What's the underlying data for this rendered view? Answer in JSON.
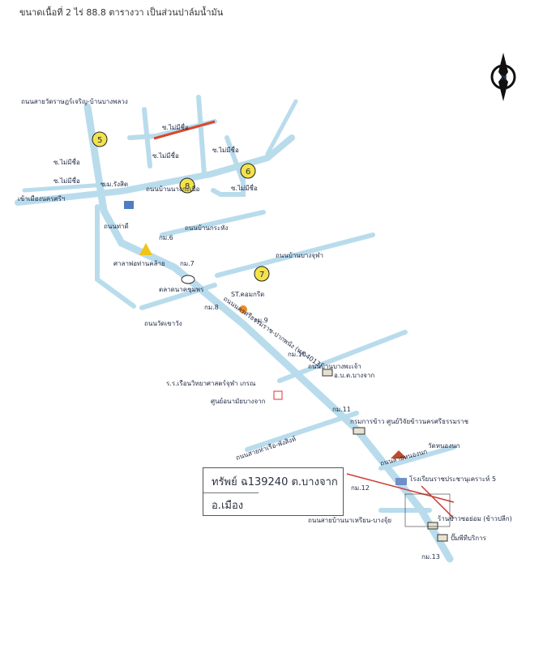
{
  "header": "ขนาดเนื้อที่ 2 ไร่ 88.8 ตารางวา เป็นส่วนปาล์มน้ำมัน",
  "compass": {
    "letter": "N"
  },
  "callout": {
    "line1": "ทรัพย์ ฉ139240 ต.บางจาก",
    "line2": "อ.เมือง"
  },
  "markers": [
    "5",
    "6",
    "7",
    "8"
  ],
  "labels": {
    "road_top_left": "ถนนสายวัดราษฎร์เจริญ-บ้านบางพลวง",
    "mai_mi_chue_1": "ซ.ไม่มีชื่อ",
    "mai_mi_chue_2": "ซ.ไม่มีชื่อ",
    "mai_mi_chue_3": "ซ.ไม่มีชื่อ",
    "mai_mi_chue_4": "ซ.ไม่มีชื่อ",
    "mai_mi_chue_5": "ซ.ไม่มีชื่อ",
    "mai_mi_chue_6": "ซ.ไม่มีชื่อ",
    "m_rangsit": "ซ.ม.รังสิต",
    "road_ban_nang_tamo": "ถนนบ้านนางกะเบือ",
    "road_city": "เข้าเมืองนครศรีฯ",
    "road_tha_dee": "ถนนท่าดี",
    "km6": "กม.6",
    "road_ban_nang_tamo2": "ถนนบ้านกระหัง",
    "shrine": "ศาลาพ่อท่านคล้าย",
    "km7": "กม.7",
    "road_ban_bang_chak_ra": "ถนนบ้านบางจุฬา",
    "ptt": "ตลาดนาคชุมพร",
    "st_station": "ST.คอมกรีด",
    "km8": "กม.8",
    "road_wat_khao": "ถนนวัดเขาวัง",
    "main_highway": "ถนนนครศรีธรรมราช-ปากพนัง (ทล.4013)",
    "km9": "กม.9",
    "km10": "กม.10",
    "road_ban_bang_ho": "ถนนบ้านบางพะเจ้า",
    "sch_maanatee": "ร.ร.เรือนวิทยาศาสตร์จุฬา เกรณ",
    "sch_bang_chak": "อ.บ.ต.บางจาก",
    "health": "ศูนย์อนามัยบางจาก",
    "km11": "กม.11",
    "rice_center": "กรมการข้าว ศูนย์วิจัยข้าวนครศรีธรรมราช",
    "road_rice_center": "ถนนสายท่าเรือ-พังสิงห์",
    "wat_kong": "วัดหนองนก",
    "road_hanong": "ถนนสายหนองนก",
    "km12": "กม.12",
    "school_prachakorn": "โรงเรียนราชประชานุเคราะห์ 5",
    "road_tha_sao": "ถนนสายบ้านนาเหรียน-บางจุ้ย",
    "shop_rice": "ร้านข้าวซอย่อม (ข้าวปลีก)",
    "service": "ปั๊มพีทีบริการ",
    "km13": "กม.13"
  }
}
